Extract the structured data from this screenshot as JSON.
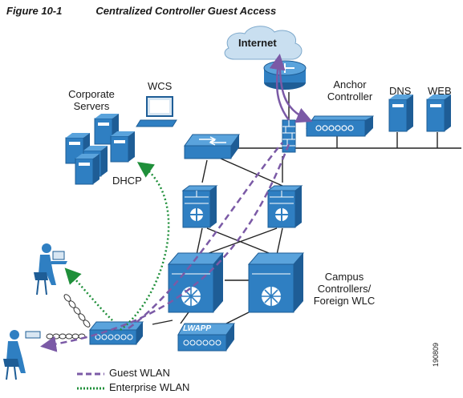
{
  "figure": {
    "number": "Figure 10-1",
    "title": "Centralized Controller Guest Access",
    "id": "190809"
  },
  "labels": {
    "internet": "Internet",
    "wcs": "WCS",
    "corporate_servers": [
      "Corporate",
      "Servers"
    ],
    "anchor_controller": [
      "Anchor",
      "Controller"
    ],
    "dns": "DNS",
    "web": "WEB",
    "dhcp": "DHCP",
    "campus_controllers": [
      "Campus",
      "Controllers/",
      "Foreign WLC"
    ],
    "lwapp": "LWAPP"
  },
  "legend": [
    {
      "label": "Guest WLAN",
      "color": "#7b5aa6",
      "style": "dashed"
    },
    {
      "label": "Enterprise WLAN",
      "color": "#1f8f3a",
      "style": "dotted"
    }
  ],
  "colors": {
    "device_blue": "#2f7fc2",
    "device_dark": "#1e5d96",
    "cloud": "#c9dff0",
    "guest_path": "#7b5aa6",
    "enterprise_path": "#1f8f3a"
  }
}
